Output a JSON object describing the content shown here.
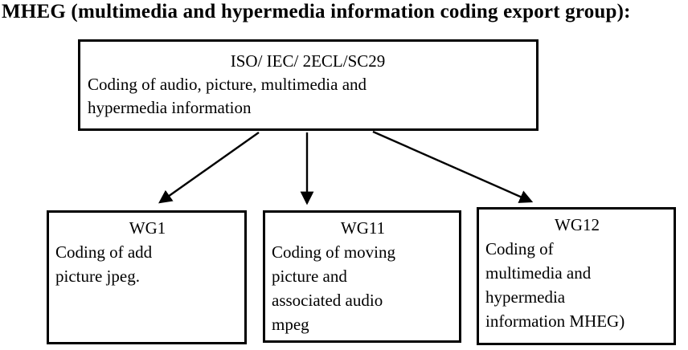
{
  "title": {
    "text": "MHEG (multimedia and hypermedia information coding export group):"
  },
  "diagram": {
    "root": {
      "heading": "ISO/ IEC/ 2ECL/SC29",
      "body": "Coding of audio, picture, multimedia and\nhypermedia information"
    },
    "children": [
      {
        "id": "wg1",
        "heading": "WG1",
        "body": "Coding of add\npicture jpeg."
      },
      {
        "id": "wg11",
        "heading": "WG11",
        "body": "Coding of moving\npicture and\nassociated audio\nmpeg"
      },
      {
        "id": "wg12",
        "heading": "WG12",
        "body": "Coding of\nmultimedia and\nhypermedia\ninformation MHEG)"
      }
    ],
    "colors": {
      "border": "#000000",
      "text": "#000000",
      "arrow": "#000000",
      "background": "#ffffff"
    }
  }
}
